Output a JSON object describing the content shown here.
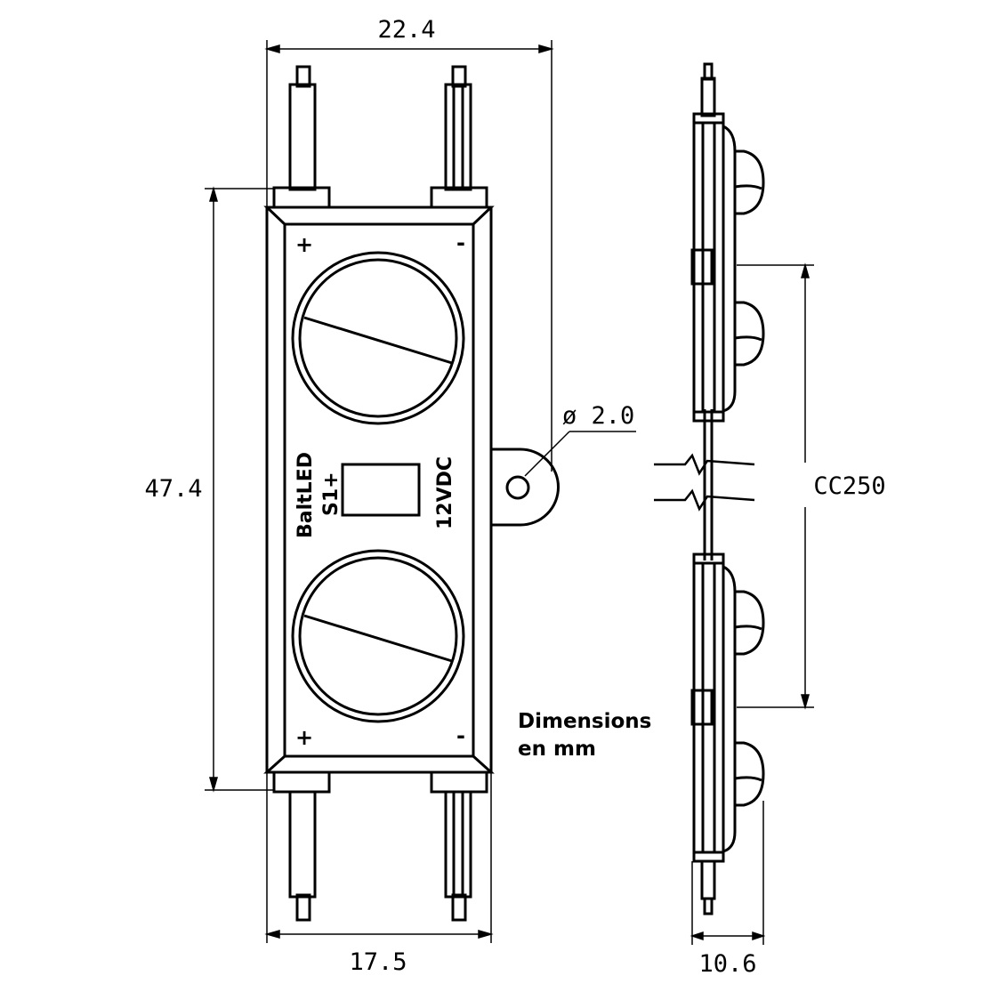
{
  "dimensions": {
    "overall_width": "22.4",
    "overall_height": "47.4",
    "body_width": "17.5",
    "hole_diameter": "ø 2.0",
    "spacing": "CC250",
    "thickness": "10.6"
  },
  "module_markings": {
    "brand": "BaltLED",
    "model": "S1+",
    "voltage": "12VDC",
    "plus": "+",
    "minus": "-"
  },
  "note": {
    "line1": "Dimensions",
    "line2": "en mm"
  }
}
